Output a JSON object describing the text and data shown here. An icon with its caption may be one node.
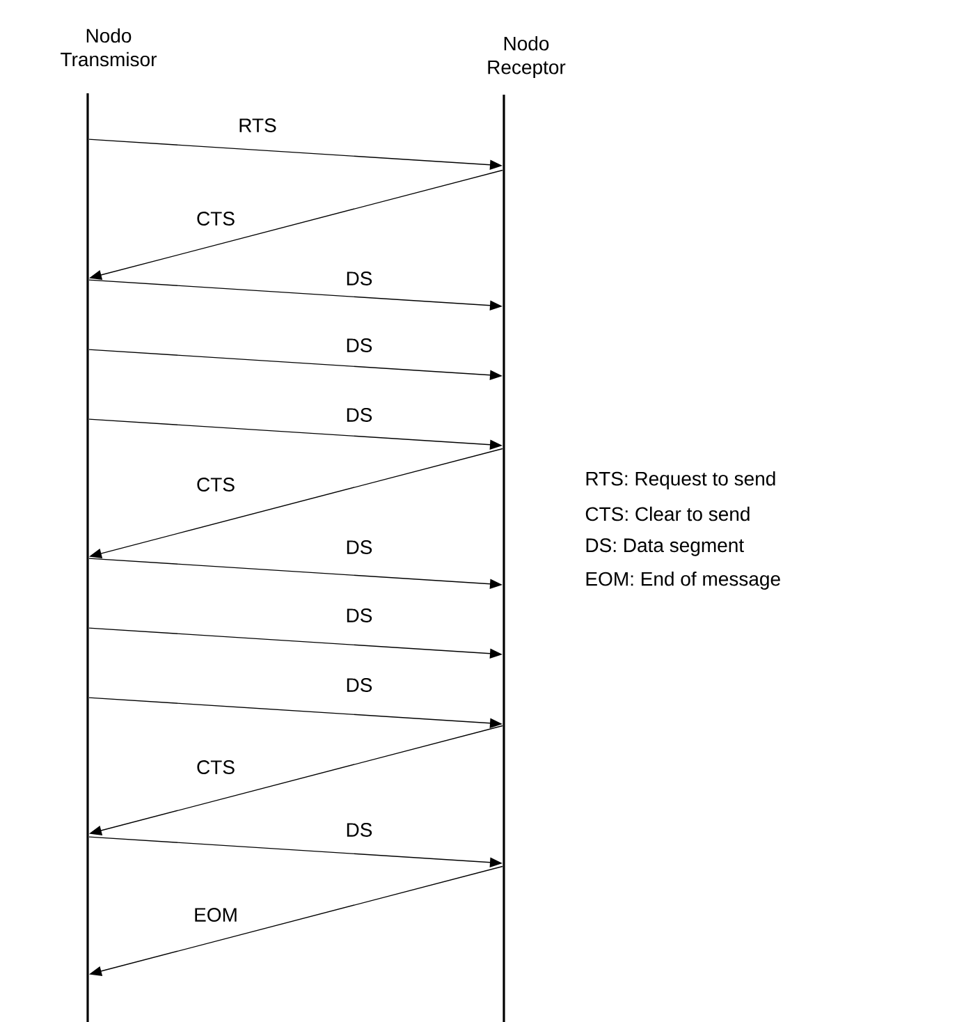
{
  "diagram": {
    "nodes": [
      {
        "text": [
          "Nodo Transmisor"
        ]
      },
      {
        "text": [
          "Nodo Receptor"
        ]
      }
    ],
    "edges": [
      {
        "from": 0,
        "to": 1,
        "arrow": "to",
        "label": "RTS"
      },
      {
        "from": 1,
        "to": 0,
        "arrow": "to",
        "label": "CTS"
      },
      {
        "from": 0,
        "to": 1,
        "arrow": "to",
        "label": "DS"
      },
      {
        "from": 0,
        "to": 1,
        "arrow": "to",
        "label": "DS"
      },
      {
        "from": 0,
        "to": 1,
        "arrow": "to",
        "label": "DS"
      },
      {
        "from": 1,
        "to": 0,
        "arrow": "to",
        "label": "CTS"
      },
      {
        "from": 0,
        "to": 1,
        "arrow": "to",
        "label": "DS"
      },
      {
        "from": 0,
        "to": 1,
        "arrow": "to",
        "label": "DS"
      },
      {
        "from": 0,
        "to": 1,
        "arrow": "to",
        "label": "DS"
      },
      {
        "from": 1,
        "to": 0,
        "arrow": "to",
        "label": "CTS"
      },
      {
        "from": 0,
        "to": 1,
        "arrow": "to",
        "label": "DS"
      },
      {
        "from": 1,
        "to": 0,
        "arrow": "to",
        "label": "EOM"
      }
    ],
    "labels": [
      "RTS: Request to send",
      "CTS: Clear to send",
      "DS: Data segment",
      "EOM: End of message"
    ]
  }
}
